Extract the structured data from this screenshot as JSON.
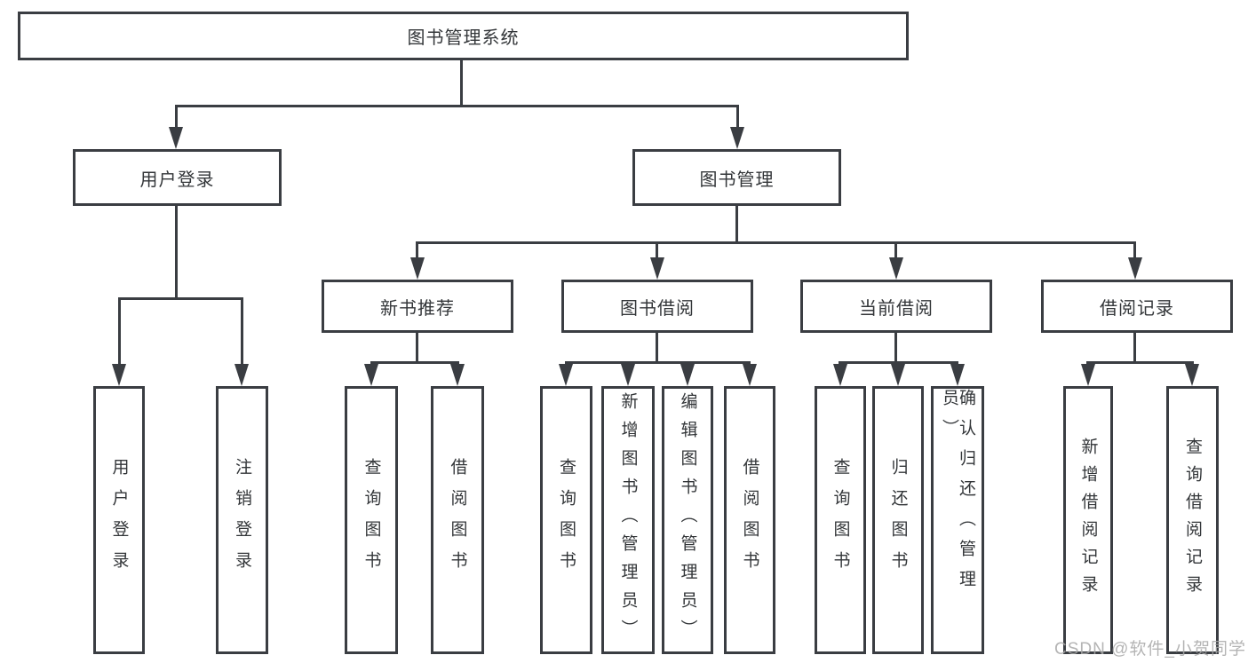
{
  "tree": {
    "label": "图书管理系统",
    "children": [
      {
        "label": "用户登录",
        "children": [
          {
            "label": "用户登录"
          },
          {
            "label": "注销登录"
          }
        ]
      },
      {
        "label": "图书管理",
        "children": [
          {
            "label": "新书推荐",
            "children": [
              {
                "label": "查询图书"
              },
              {
                "label": "借阅图书"
              }
            ]
          },
          {
            "label": "图书借阅",
            "children": [
              {
                "label": "查询图书"
              },
              {
                "label": "新增图书（管理员）"
              },
              {
                "label": "编辑图书（管理员）"
              },
              {
                "label": "借阅图书"
              }
            ]
          },
          {
            "label": "当前借阅",
            "children": [
              {
                "label": "查询图书"
              },
              {
                "label": "归还图书"
              },
              {
                "label": "确认归还（管理员）"
              }
            ]
          },
          {
            "label": "借阅记录",
            "children": [
              {
                "label": "新增借阅记录"
              },
              {
                "label": "查询借阅记录"
              }
            ]
          }
        ]
      }
    ]
  },
  "watermark": {
    "text": "CSDN @软件_小贺同学"
  },
  "colors": {
    "line": "#3a3d42",
    "text": "#333639",
    "background": "#ffffff",
    "watermark": "#a8a8a8"
  }
}
